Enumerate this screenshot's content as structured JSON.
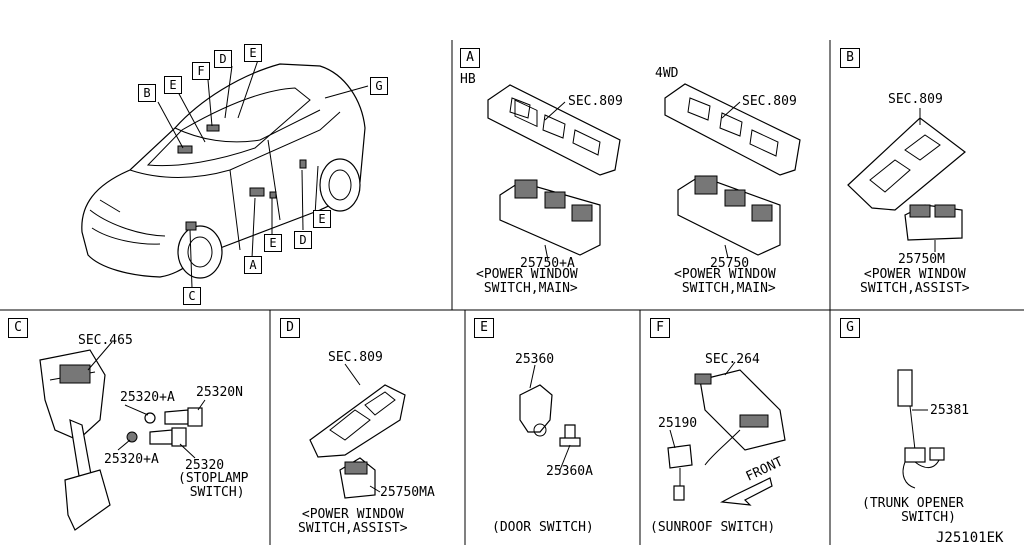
{
  "overview": {
    "callouts": [
      "B",
      "E",
      "F",
      "D",
      "E",
      "G",
      "E",
      "D",
      "E",
      "A",
      "C"
    ]
  },
  "panels": {
    "A": {
      "letter": "A",
      "hb_label": "HB",
      "wd_label": "4WD",
      "hb_sec": "SEC.809",
      "wd_sec": "SEC.809",
      "hb_part": "25750+A",
      "hb_desc": "<POWER WINDOW\n SWITCH,MAIN>",
      "wd_part": "25750",
      "wd_desc": "<POWER WINDOW\n SWITCH,MAIN>"
    },
    "B": {
      "letter": "B",
      "sec": "SEC.809",
      "part": "25750M",
      "desc": "<POWER WINDOW\nSWITCH,ASSIST>"
    },
    "C": {
      "letter": "C",
      "sec": "SEC.465",
      "part1": "25320+A",
      "part2": "25320N",
      "part3": "25320+A",
      "part4": "25320",
      "desc": "(STOPLAMP\n SWITCH)"
    },
    "D": {
      "letter": "D",
      "sec": "SEC.809",
      "part": "25750MA",
      "desc": "<POWER WINDOW\nSWITCH,ASSIST>"
    },
    "E": {
      "letter": "E",
      "part1": "25360",
      "part2": "25360A",
      "desc": "(DOOR SWITCH)"
    },
    "F": {
      "letter": "F",
      "sec": "SEC.264",
      "part": "25190",
      "front": "FRONT",
      "desc": "(SUNROOF SWITCH)"
    },
    "G": {
      "letter": "G",
      "part": "25381",
      "desc": "(TRUNK OPENER\n     SWITCH)"
    }
  },
  "diagram_code": "J25101EK"
}
